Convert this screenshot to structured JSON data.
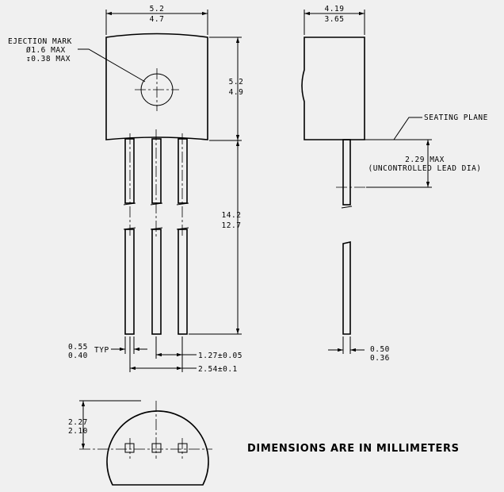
{
  "front_view": {
    "body_width": {
      "max": "5.2",
      "min": "4.7"
    },
    "body_height": {
      "max": "5.2",
      "min": "4.9"
    },
    "lead_length": {
      "max": "14.2",
      "min": "12.7"
    },
    "ejection_mark": {
      "title": "EJECTION MARK",
      "diameter": "Ø1.6 MAX",
      "depth": "↧0.38 MAX"
    },
    "lead_width": {
      "max": "0.55",
      "min": "0.40",
      "suffix": "TYP"
    },
    "pitch": "1.27±0.05",
    "span": "2.54±0.1"
  },
  "side_view": {
    "body_thickness": {
      "max": "4.19",
      "min": "3.65"
    },
    "seating_plane": "SEATING PLANE",
    "uncontrolled_lead": {
      "value": "2.29 MAX",
      "note": "(UNCONTROLLED LEAD DIA)"
    },
    "lead_thickness": {
      "max": "0.50",
      "min": "0.36"
    }
  },
  "bottom_view": {
    "height": {
      "max": "2.27",
      "min": "2.10"
    }
  },
  "note": "DIMENSIONS ARE IN MILLIMETERS"
}
